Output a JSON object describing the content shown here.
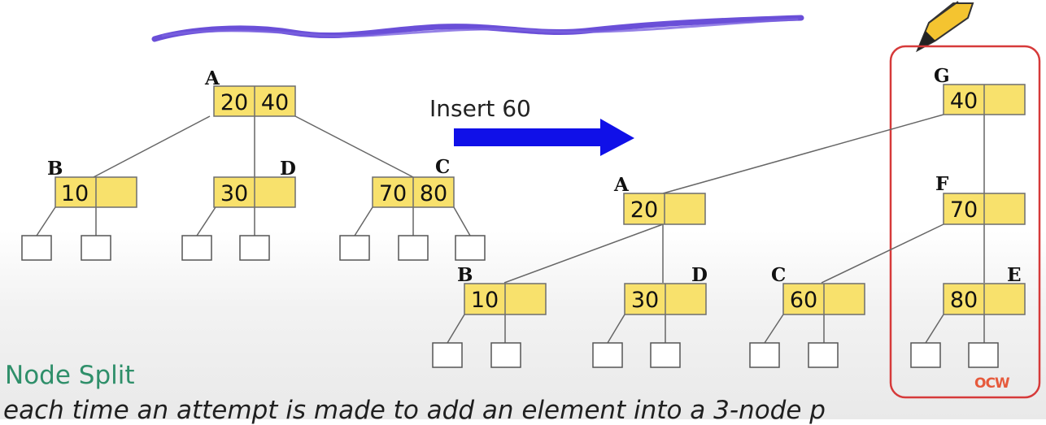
{
  "action_label": "Insert 60",
  "caption": {
    "title": "Node Split",
    "body": "each time an attempt is made to add an element into a 3-node p"
  },
  "watermark": "OCW",
  "colors": {
    "node_fill": "#f8e16c",
    "node_border": "#6e6e6e",
    "arrow": "#1010e8",
    "highlight": "#d63a3a",
    "scribble": "#6a4fd8",
    "caption_title": "#2f8f6a"
  },
  "before_tree": {
    "nodes": [
      {
        "id": "A",
        "keys": [
          "20",
          "40"
        ]
      },
      {
        "id": "B",
        "keys": [
          "10",
          ""
        ]
      },
      {
        "id": "D",
        "keys": [
          "30",
          ""
        ]
      },
      {
        "id": "C",
        "keys": [
          "70",
          "80"
        ]
      }
    ]
  },
  "after_tree": {
    "nodes": [
      {
        "id": "G",
        "keys": [
          "40",
          ""
        ]
      },
      {
        "id": "A",
        "keys": [
          "20",
          ""
        ]
      },
      {
        "id": "F",
        "keys": [
          "70",
          ""
        ]
      },
      {
        "id": "B",
        "keys": [
          "10",
          ""
        ]
      },
      {
        "id": "D",
        "keys": [
          "30",
          ""
        ]
      },
      {
        "id": "C",
        "keys": [
          "60",
          ""
        ]
      },
      {
        "id": "E",
        "keys": [
          "80",
          ""
        ]
      }
    ]
  }
}
